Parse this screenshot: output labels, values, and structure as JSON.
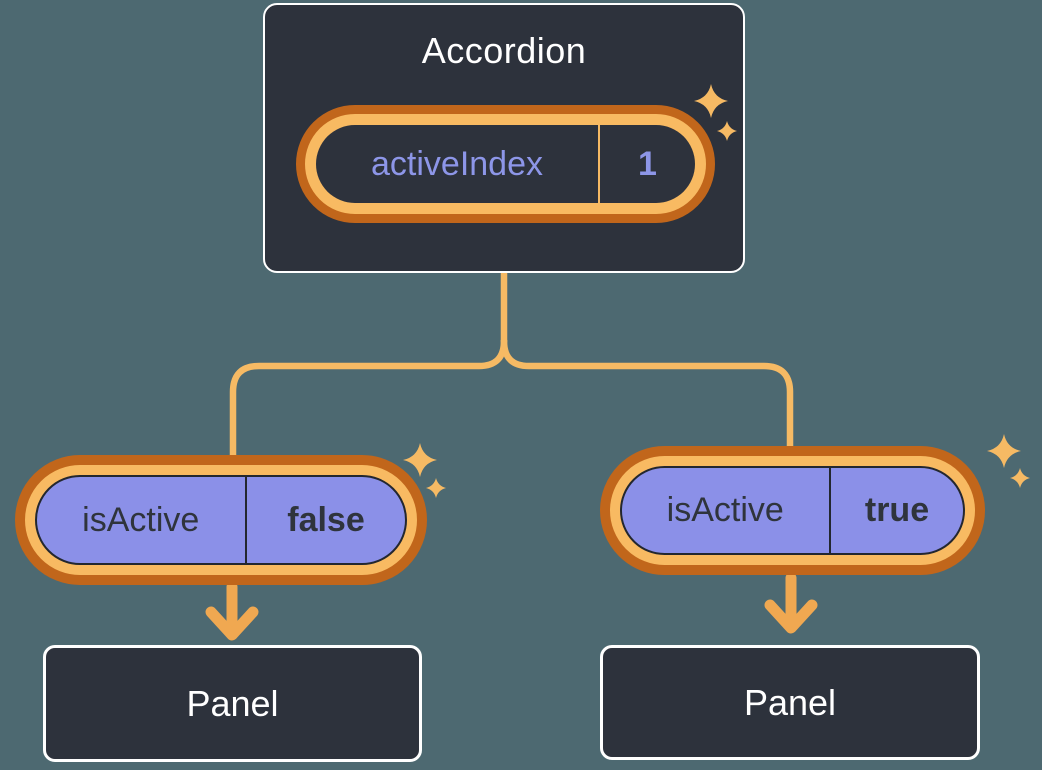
{
  "colors": {
    "background": "#4d6971",
    "box_fill": "#2d323c",
    "box_border": "#ffffff",
    "ring_outer_orange": "#c1661b",
    "ring_inner_orange": "#f8ba62",
    "connector_line": "#f6ba64",
    "arrow": "#f0a851",
    "prop_pill_fill": "#8b90e8",
    "state_text_purple": "#8d96e8",
    "prop_text_dark": "#2f343c",
    "label_text": "#ffffff"
  },
  "diagram": {
    "accordion": {
      "title": "Accordion",
      "state_name": "activeIndex",
      "state_value": "1"
    },
    "props": [
      {
        "name": "isActive",
        "value": "false"
      },
      {
        "name": "isActive",
        "value": "true"
      }
    ],
    "panels": [
      {
        "title": "Panel"
      },
      {
        "title": "Panel"
      }
    ],
    "icons": [
      "sparkle-icon",
      "sparkle-icon",
      "sparkle-icon",
      "sparkle-icon",
      "sparkle-icon",
      "sparkle-icon",
      "arrow-down-icon",
      "arrow-down-icon"
    ]
  }
}
